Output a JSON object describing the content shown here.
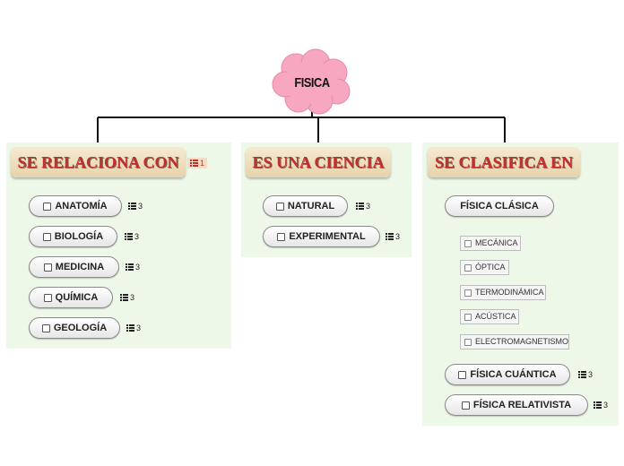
{
  "root": {
    "label": "FISICA"
  },
  "branches": [
    {
      "title": "SE RELACIONA CON",
      "count": "1",
      "items": [
        {
          "label": "ANATOMÍA",
          "count": "3"
        },
        {
          "label": "BIOLOGÍA",
          "count": "3"
        },
        {
          "label": "MEDICINA",
          "count": "3"
        },
        {
          "label": "QUÍMICA",
          "count": "3"
        },
        {
          "label": "GEOLOGÍA",
          "count": "3"
        }
      ]
    },
    {
      "title": "ES UNA CIENCIA",
      "items": [
        {
          "label": "NATURAL",
          "count": "3"
        },
        {
          "label": "EXPERIMENTAL",
          "count": "3"
        }
      ]
    },
    {
      "title": "SE CLASIFICA EN",
      "items": [
        {
          "label": "FÍSICA CLÁSICA",
          "children": [
            "MECÁNICA",
            "ÓPTICA",
            "TERMODINÁMICA",
            "ACÚSTICA",
            "ELECTROMAGNETISMO"
          ]
        },
        {
          "label": "FÍSICA CUÁNTICA",
          "count": "3"
        },
        {
          "label": "FÍSICA RELATIVISTA",
          "count": "3"
        }
      ]
    }
  ],
  "colors": {
    "header_text": "#c0302e",
    "cloud": "#f7a8c0",
    "panel": "#eef8e8"
  },
  "icons": {
    "task": "checkbox-icon",
    "notes": "list-icon"
  }
}
